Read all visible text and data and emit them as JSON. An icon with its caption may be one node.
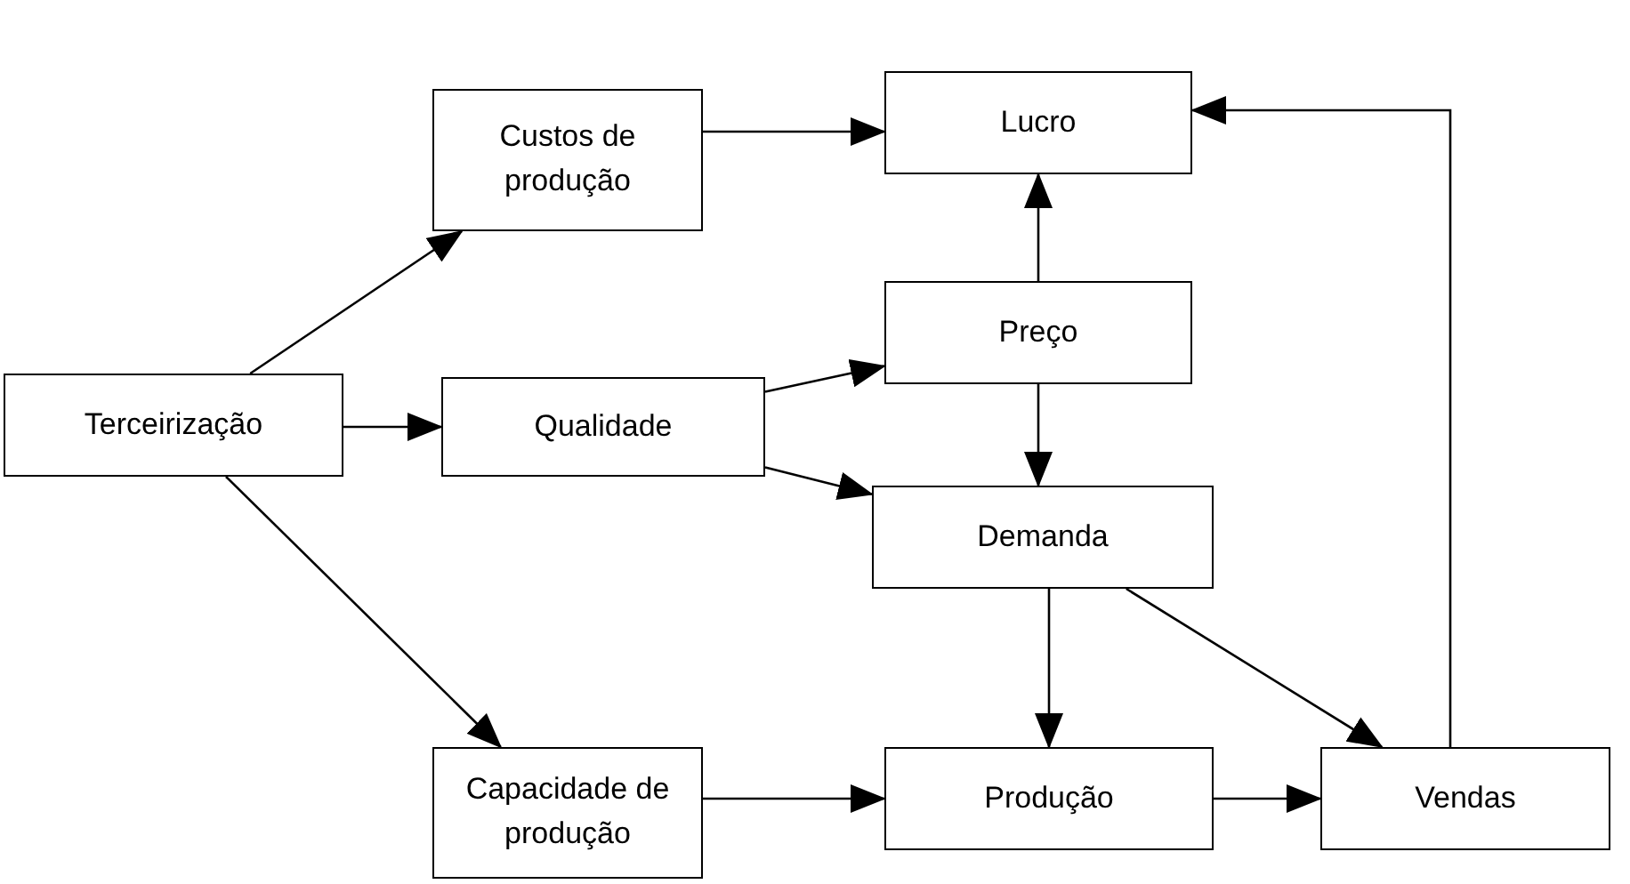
{
  "diagram": {
    "nodes": [
      {
        "text": [
          "Terceirização"
        ]
      },
      {
        "text": [
          "Custos de produção"
        ]
      },
      {
        "text": [
          "Lucro"
        ]
      },
      {
        "text": [
          "Qualidade"
        ]
      },
      {
        "text": [
          "Preço"
        ]
      },
      {
        "text": [
          "Demanda"
        ]
      },
      {
        "text": [
          "Capacidade de produção"
        ]
      },
      {
        "text": [
          "Produção"
        ]
      },
      {
        "text": [
          "Vendas"
        ]
      }
    ],
    "edges": [
      {
        "from": 0,
        "to": 1,
        "arrow": "to"
      },
      {
        "from": 0,
        "to": 3,
        "arrow": "to"
      },
      {
        "from": 0,
        "to": 6,
        "arrow": "to"
      },
      {
        "from": 1,
        "to": 2,
        "arrow": "to"
      },
      {
        "from": 3,
        "to": 4,
        "arrow": "to"
      },
      {
        "from": 3,
        "to": 5,
        "arrow": "to"
      },
      {
        "from": 4,
        "to": 2,
        "arrow": "to"
      },
      {
        "from": 4,
        "to": 5,
        "arrow": "to"
      },
      {
        "from": 5,
        "to": 7,
        "arrow": "to"
      },
      {
        "from": 5,
        "to": 8,
        "arrow": "to"
      },
      {
        "from": 6,
        "to": 7,
        "arrow": "to"
      },
      {
        "from": 7,
        "to": 8,
        "arrow": "to"
      },
      {
        "from": 8,
        "to": 2,
        "arrow": "to"
      }
    ]
  }
}
